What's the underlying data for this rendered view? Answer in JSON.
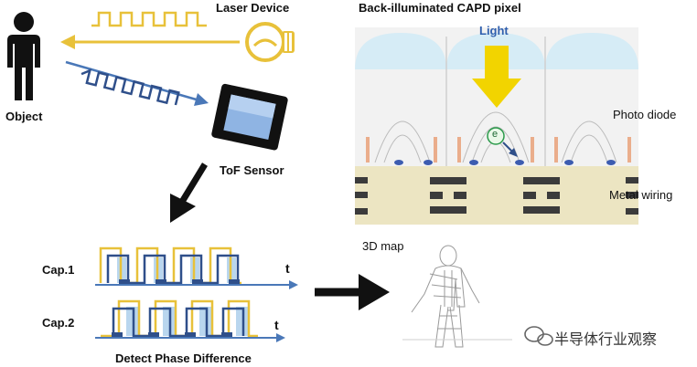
{
  "labels": {
    "object": "Object",
    "laser_device": "Laser Device",
    "tof_sensor": "ToF Sensor",
    "capd_title": "Back-illuminated CAPD pixel",
    "light": "Light",
    "electron": "e",
    "photo_diode": "Photo diode",
    "metal_wiring": "Metal wiring",
    "cap1": "Cap.1",
    "cap2": "Cap.2",
    "time_axis_1": "t",
    "time_axis_2": "t",
    "detect": "Detect Phase Difference",
    "map3d": "3D map"
  },
  "watermark": {
    "text": "半导体行业观察",
    "icon": "wechat-icon"
  },
  "colors": {
    "laser_signal": "#e8c13a",
    "reflected_signal": "#2f4f8a",
    "arrow_blue": "#4a78b8",
    "light_arrow": "#f2d400",
    "wiring_bg": "#ece5c2",
    "pixel_lens": "#cfe9f5",
    "pulse_fill": "#b9d6ee"
  }
}
